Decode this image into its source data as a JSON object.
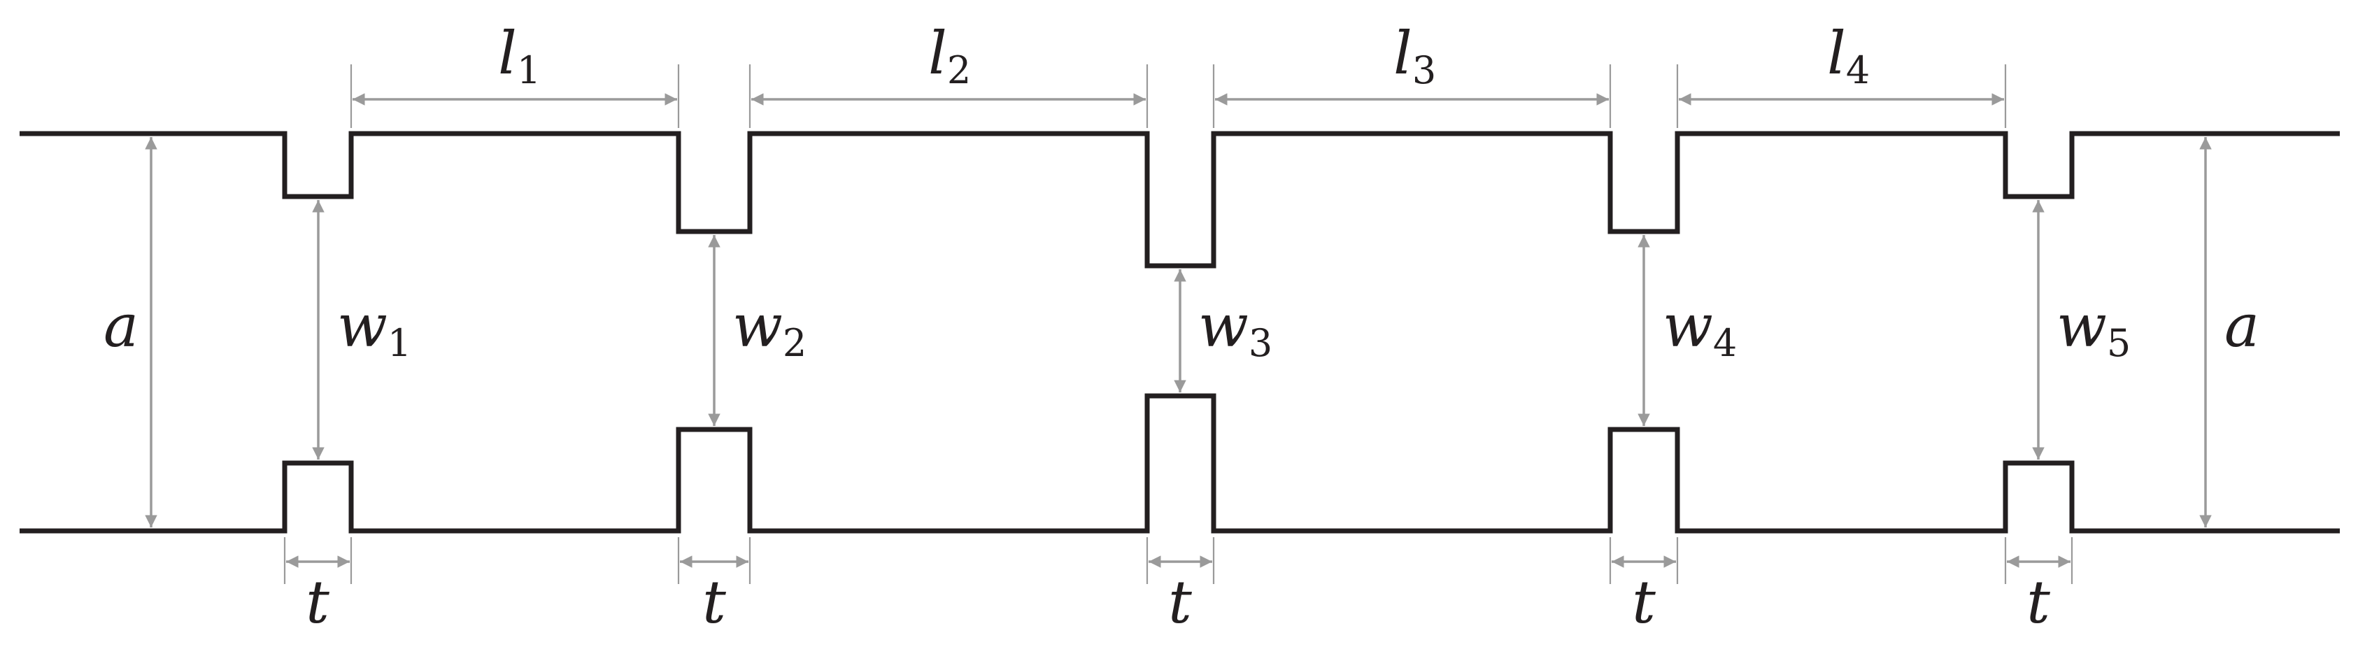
{
  "diagram": {
    "iris_labels": [
      {
        "letter": "w",
        "sub": "1"
      },
      {
        "letter": "w",
        "sub": "2"
      },
      {
        "letter": "w",
        "sub": "3"
      },
      {
        "letter": "w",
        "sub": "4"
      },
      {
        "letter": "w",
        "sub": "5"
      }
    ],
    "gap_labels": [
      {
        "letter": "l",
        "sub": "1"
      },
      {
        "letter": "l",
        "sub": "2"
      },
      {
        "letter": "l",
        "sub": "3"
      },
      {
        "letter": "l",
        "sub": "4"
      }
    ],
    "thickness_label": "t",
    "height_label": "a",
    "colors": {
      "wall": "#231f20",
      "dimension": "#9a9a9a"
    }
  }
}
